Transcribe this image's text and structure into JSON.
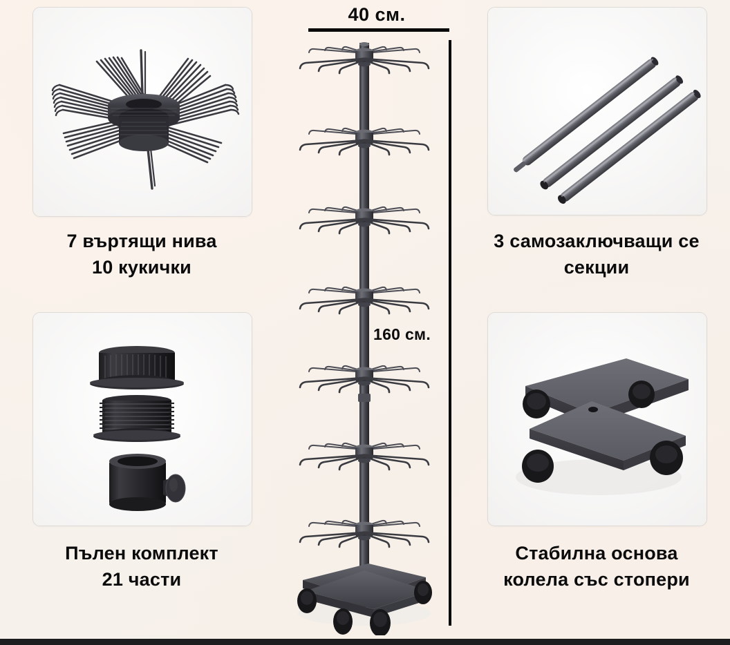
{
  "page": {
    "background_color": "#f7f2ec",
    "bottom_strip_color": "#1d1d1f"
  },
  "dimensions": {
    "width_label": "40 см.",
    "height_label": "160 см.",
    "rule_color": "#09090a"
  },
  "cards": [
    {
      "id": "rotating-tier-card",
      "image_name": "rotating-tier-with-hooks-photo",
      "caption_line1": "7 въртящи нива",
      "caption_line2": "10 кукички"
    },
    {
      "id": "pole-sections-card",
      "image_name": "three-pole-sections-photo",
      "caption_line1": "3 самозаключващи се",
      "caption_line2": "секции"
    },
    {
      "id": "parts-kit-card",
      "image_name": "connector-parts-photo",
      "caption_line1": "Пълен комплект",
      "caption_line2": "21 части"
    },
    {
      "id": "base-card",
      "image_name": "cross-base-with-casters-photo",
      "caption_line1": "Стабилна основа",
      "caption_line2": "колела със стопери"
    }
  ],
  "product": {
    "name": "rotating-display-rack",
    "tier_count": 7,
    "hooks_per_tier": 10,
    "pole_color": "#4a4a52",
    "metal_dark": "#35353b",
    "caster_color": "#171719"
  }
}
